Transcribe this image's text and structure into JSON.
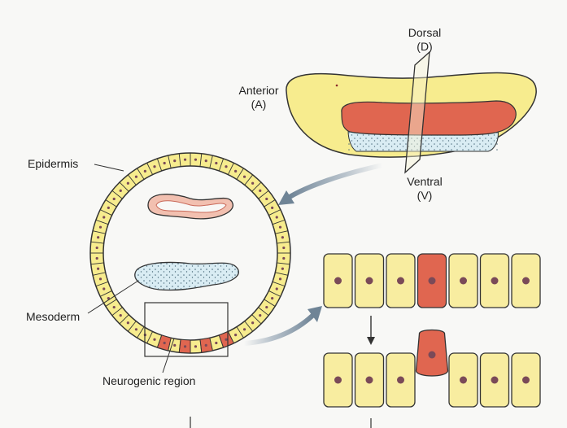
{
  "labels": {
    "dorsal": "Dorsal",
    "dorsal_abbr": "(D)",
    "anterior": "Anterior",
    "anterior_abbr": "(A)",
    "ventral": "Ventral",
    "ventral_abbr": "(V)",
    "epidermis": "Epidermis",
    "mesoderm": "Mesoderm",
    "neurogenic_region": "Neurogenic region"
  },
  "colors": {
    "background": "#f8f8f6",
    "yellow": "#f7ec8e",
    "yellow_cell": "#f8eda0",
    "red": "#e06650",
    "blue": "#d9ecf3",
    "nucleus": "#7a4a58",
    "outline": "#333333",
    "arrow": "#8fa0b0"
  },
  "cell_rows": {
    "top_row_count": 7,
    "top_row_delaminating_index": 3,
    "bottom_row_count": 7,
    "bottom_row_delaminating_index": 3
  }
}
